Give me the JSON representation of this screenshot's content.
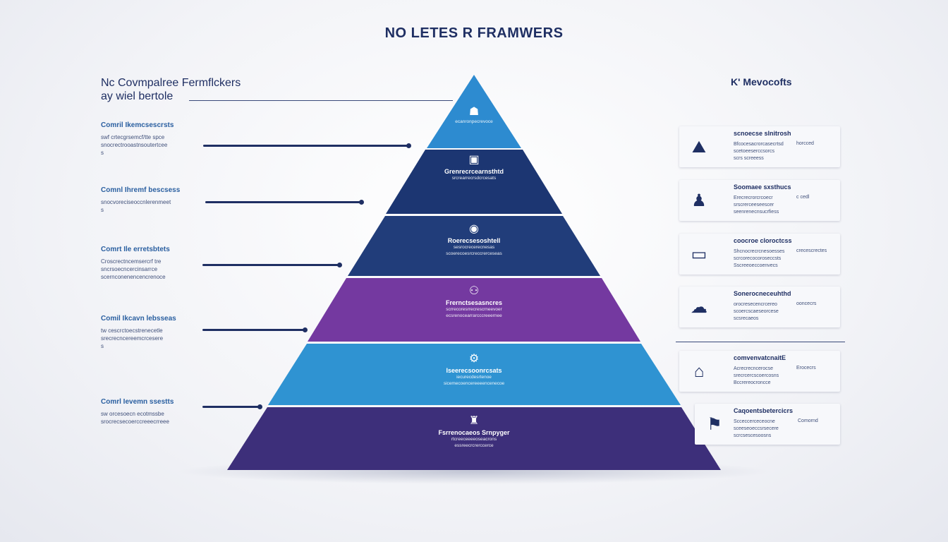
{
  "title": "NO LETES R FRAMWERS",
  "left_header": {
    "line1": "Nc Covmpalree Fermflckers",
    "line2": "ay wiel bertole"
  },
  "right_header": "K' Mevocofts",
  "left_items": [
    {
      "title": "Comril Ikemcsescrsts",
      "desc": [
        "swf crtecgrsemcf/tte spce",
        "snocrectrooastnsoutertcee",
        "s"
      ]
    },
    {
      "title": "Comnl Ihremf bescsess",
      "desc": [
        "snocvoreciseoccnlerenmeet",
        "s"
      ]
    },
    {
      "title": "Comrt Ile erretsbtets",
      "desc": [
        "Croscrectncemsercrf tre",
        "sncrsoecncercinsarrce",
        "scernconenencencrenoce"
      ]
    },
    {
      "title": "Comil Ikcavn lebsseas",
      "desc": [
        "tw cescrctoecstrenecetle",
        "srecrecncereemcrcesere",
        "s"
      ]
    },
    {
      "title": "Comrl Ievemn ssestts",
      "desc": [
        "sw orcesoecn ecotmssbe",
        "srocrecsecoerccreeecrreee"
      ]
    }
  ],
  "levels": [
    {
      "icon": "person-icon",
      "glyph": "☗",
      "title": "",
      "desc": [
        "ecanronpecrevoce"
      ],
      "color": "#2d8bd0"
    },
    {
      "icon": "briefcase-icon",
      "glyph": "▣",
      "title": "Grenrecrcearnsthtd",
      "desc": [
        "srcrearrecrsdcrcesats"
      ],
      "color": "#1c3672"
    },
    {
      "icon": "badge-icon",
      "glyph": "◉",
      "title": "Roerecsesoshtell",
      "desc": [
        "sesrocrecerecnesas",
        "scoerecoesrcreccrerceseas"
      ],
      "color": "#213d7a"
    },
    {
      "icon": "people-icon",
      "glyph": "⚇",
      "title": "Frernctsesasncres",
      "desc": [
        "scrrecoresrrecrescrneevoer",
        "ecsrenocearrarcccreeernee"
      ],
      "color": "#7439a0"
    },
    {
      "icon": "gear-icon",
      "glyph": "⚙",
      "title": "Iseerecsoonrcsats",
      "desc": [
        "iecurecdesrtenoe",
        "sicemecoencereeeencenecoe"
      ],
      "color": "#2f93d2"
    },
    {
      "icon": "building-icon",
      "glyph": "♜",
      "title": "Fsrrenocaeos Srnpyger",
      "desc": [
        "rtcreeceeeeoseacrons",
        "essreecrcrerccerce"
      ],
      "color": "#3d2f7a"
    }
  ],
  "cards": [
    {
      "icon": "mountain-icon",
      "glyph": "⛰",
      "title": "scnoecse slnitrosh",
      "desc": [
        "Bfcocesacrorcasecrtsd",
        "scetoeeserccsorcs",
        "scrs screeess"
      ],
      "side": "horcced"
    },
    {
      "icon": "user-icon",
      "glyph": "♟",
      "title": "Soomaee sxsthucs",
      "desc": [
        "Erecrecrorcrcoecr",
        "srscrerceeseescer",
        "seenrenecnsucrfiess"
      ],
      "side": "c cedl"
    },
    {
      "icon": "folder-icon",
      "glyph": "▭",
      "title": "coocroe cloroctcss",
      "desc": [
        "Shcnocrecrcnesoesses",
        "scrcorecocoroseccsts",
        "Sscreeoeccoenvecs"
      ],
      "side": "crecescrectes"
    },
    {
      "icon": "cloud-icon",
      "glyph": "☁",
      "title": "Sonerocneceuhthd",
      "desc": [
        "orocresecencrcereo",
        "scoercscaeseorcese",
        "scsrecaeos"
      ],
      "side": "ooncecrs"
    },
    {
      "icon": "storefront-icon",
      "glyph": "⌂",
      "title": "comvenvatcnaitE",
      "desc": [
        "Acrecrecncerocse",
        "srecrcercscoercosns",
        "Bccrereocroncce"
      ],
      "side": "Erocecrs"
    },
    {
      "icon": "flag-icon",
      "glyph": "⚑",
      "title": "Caqoentsbetercicrs",
      "desc": [
        "Scceccerceceocne",
        "sceeseoeccsrsecere",
        "scrcsescesoosns"
      ],
      "side": "Comornd"
    }
  ]
}
